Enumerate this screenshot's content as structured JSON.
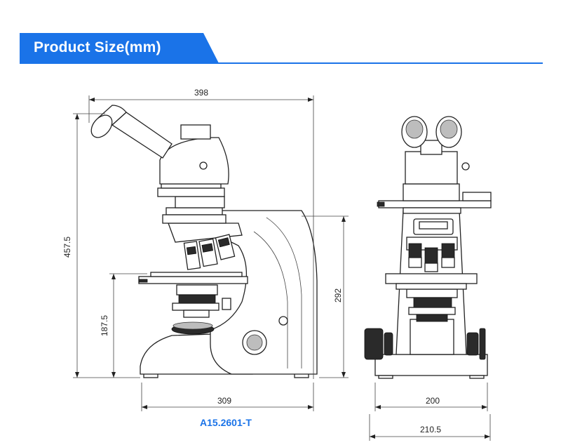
{
  "header": {
    "title": "Product Size(mm)",
    "accent_color": "#1a73e8"
  },
  "dimensions": {
    "side_overall_width": "398",
    "side_overall_height": "457.5",
    "side_stage_height": "187.5",
    "side_arm_height": "292",
    "side_base_width": "309",
    "front_base_width": "200",
    "front_overall_width": "210.5"
  },
  "model": "A15.2601-T"
}
